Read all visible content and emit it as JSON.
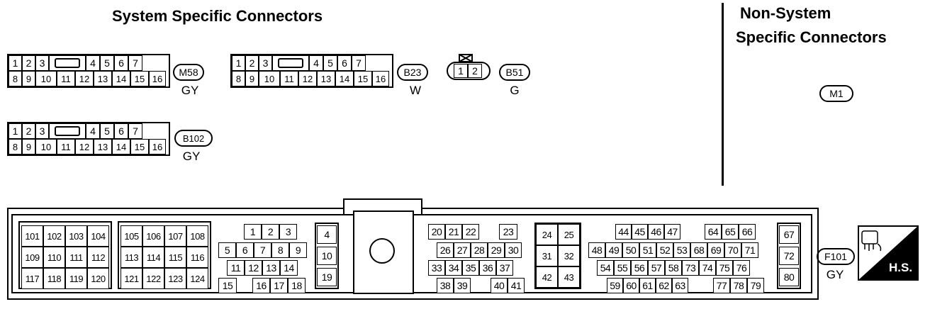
{
  "headers": {
    "system": "System Specific Connectors",
    "non_system_line1": "Non-System",
    "non_system_line2": "Specific Connectors"
  },
  "connectors": {
    "m58": {
      "label": "M58",
      "color": "GY",
      "top_row": [
        "1",
        "2",
        "3",
        "",
        "4",
        "5",
        "6",
        "7"
      ],
      "bottom_row": [
        "8",
        "9",
        "10",
        "11",
        "12",
        "13",
        "14",
        "15",
        "16"
      ]
    },
    "b23": {
      "label": "B23",
      "color": "W",
      "top_row": [
        "1",
        "2",
        "3",
        "",
        "4",
        "5",
        "6",
        "7"
      ],
      "bottom_row": [
        "8",
        "9",
        "10",
        "11",
        "12",
        "13",
        "14",
        "15",
        "16"
      ]
    },
    "b51": {
      "label": "B51",
      "color": "G",
      "pins": [
        "1",
        "2"
      ]
    },
    "b102": {
      "label": "B102",
      "color": "GY",
      "top_row": [
        "1",
        "2",
        "3",
        "",
        "4",
        "5",
        "6",
        "7"
      ],
      "bottom_row": [
        "8",
        "9",
        "10",
        "11",
        "12",
        "13",
        "14",
        "15",
        "16"
      ]
    },
    "m1": {
      "label": "M1"
    },
    "f101": {
      "label": "F101",
      "color": "GY"
    }
  },
  "ecm": {
    "group_a": [
      "101",
      "102",
      "103",
      "104",
      "109",
      "110",
      "111",
      "112",
      "117",
      "118",
      "119",
      "120"
    ],
    "group_b": [
      "105",
      "106",
      "107",
      "108",
      "113",
      "114",
      "115",
      "116",
      "121",
      "122",
      "123",
      "124"
    ],
    "group_c_row1": [
      "1",
      "2",
      "3"
    ],
    "group_c_row2": [
      "5",
      "6",
      "7",
      "8",
      "9"
    ],
    "group_c_row3": [
      "11",
      "12",
      "13",
      "14"
    ],
    "group_c_row4a": [
      "15"
    ],
    "group_c_row4b": [
      "16",
      "17",
      "18"
    ],
    "group_d": [
      "4",
      "10",
      "19"
    ],
    "group_e_row1a": [
      "20",
      "21",
      "22"
    ],
    "group_e_row1b": [
      "23"
    ],
    "group_e_row2": [
      "26",
      "27",
      "28",
      "29",
      "30"
    ],
    "group_e_row3": [
      "33",
      "34",
      "35",
      "36",
      "37"
    ],
    "group_e_row4a": [
      "38",
      "39"
    ],
    "group_e_row4b": [
      "40",
      "41"
    ],
    "group_f": [
      "24",
      "25",
      "31",
      "32",
      "42",
      "43"
    ],
    "group_g_row1a": [
      "44",
      "45",
      "46",
      "47"
    ],
    "group_g_row1b": [
      "64",
      "65",
      "66"
    ],
    "group_g_row2": [
      "48",
      "49",
      "50",
      "51",
      "52",
      "53",
      "68",
      "69",
      "70",
      "71"
    ],
    "group_g_row3": [
      "54",
      "55",
      "56",
      "57",
      "58",
      "73",
      "74",
      "75",
      "76"
    ],
    "group_g_row4a": [
      "59",
      "60",
      "61",
      "62",
      "63"
    ],
    "group_g_row4b": [
      "77",
      "78",
      "79"
    ],
    "group_h": [
      "67",
      "72",
      "80"
    ]
  },
  "hs_label": "H.S."
}
